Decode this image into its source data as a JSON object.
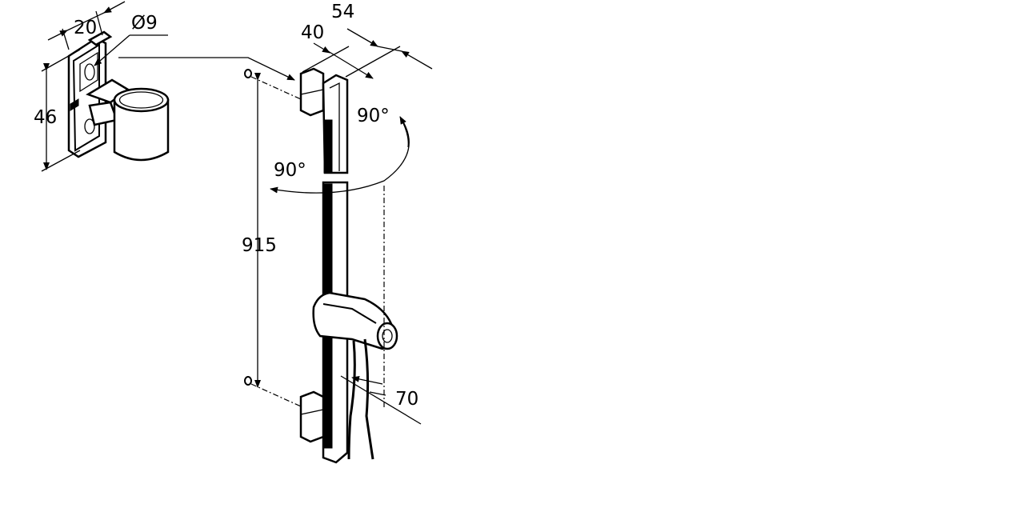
{
  "dimensions": {
    "bracket_depth": "20",
    "hole_diameter": "Ø9",
    "bracket_height": "46",
    "rail_depth": "54",
    "rail_width": "40",
    "rotation_upper": "90°",
    "rotation_lower": "90°",
    "mounting_distance": "915",
    "slider_offset": "70"
  }
}
